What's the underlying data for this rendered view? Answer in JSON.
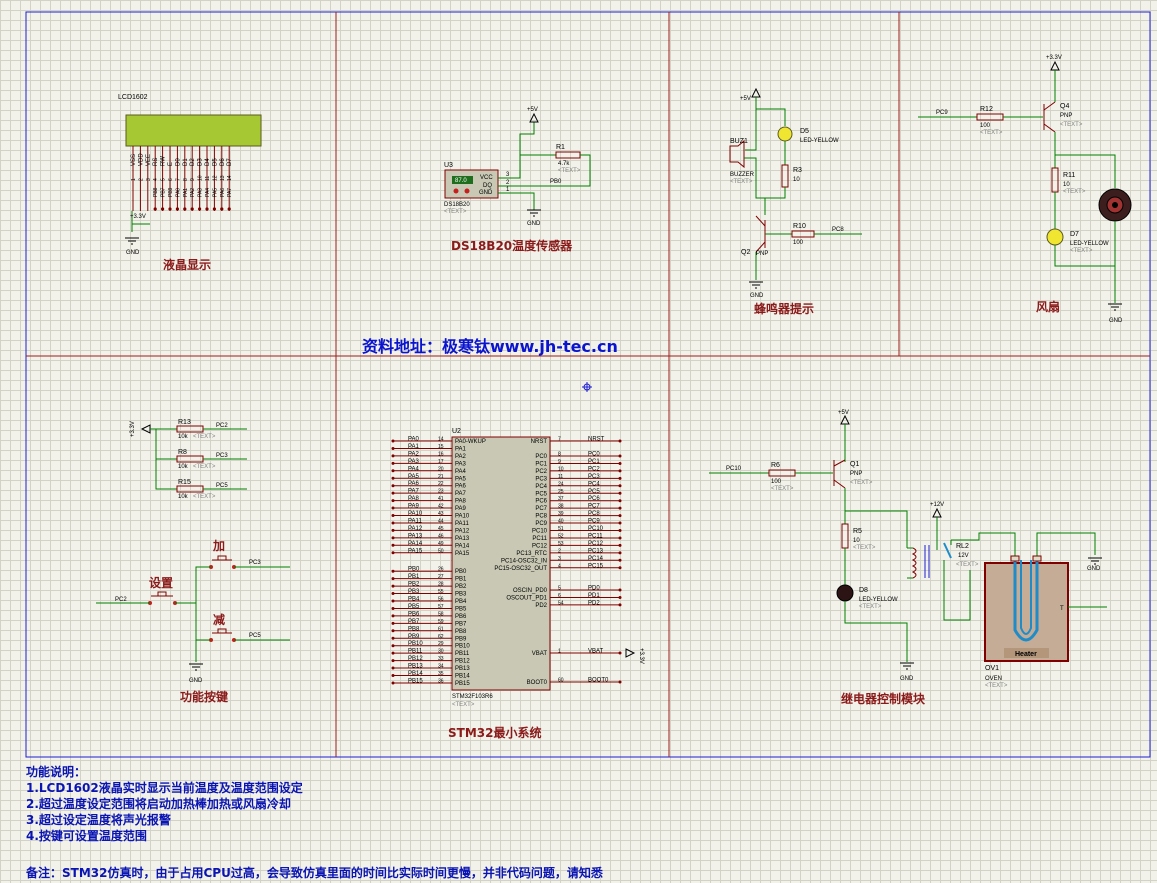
{
  "sections": {
    "lcd": "液晶显示",
    "ds18b20": "DS18B20温度传感器",
    "buzzer": "蜂鸣器提示",
    "fan": "风扇",
    "keys": "功能按键",
    "stm32": "STM32最小系统",
    "relay": "继电器控制模块"
  },
  "url_text": "资料地址：极寒钛www.jh-tec.cn",
  "notes": {
    "heading": "功能说明：",
    "items": [
      "1.LCD1602液晶实时显示当前温度及温度范围设定",
      "2.超过温度设定范围将启动加热棒加热或风扇冷却",
      "3.超过设定温度将声光报警",
      "4.按键可设置温度范围"
    ],
    "remark": "备注：STM32仿真时，由于占用CPU过高，会导致仿真里面的时间比实际时间更慢，并非代码问题，请知悉"
  },
  "lcd": {
    "name": "LCD1602",
    "pins": [
      "VSS",
      "VDD",
      "VEE",
      "RS",
      "RW",
      "E",
      "D0",
      "D1",
      "D2",
      "D3",
      "D4",
      "D5",
      "D6",
      "D7"
    ],
    "nums": [
      "1",
      "2",
      "3",
      "4",
      "5",
      "6",
      "7",
      "8",
      "9",
      "10",
      "11",
      "12",
      "13",
      "14"
    ],
    "nets": [
      "",
      "",
      "",
      "PB8",
      "PB7",
      "PB9",
      "PA0",
      "PA1",
      "PA2",
      "PA3",
      "PA4",
      "PA5",
      "PA6",
      "PA7"
    ],
    "vcc": "+3.3V",
    "gnd": "GND"
  },
  "u3": {
    "ref": "U3",
    "part": "DS18B20",
    "text": "<TEXT>",
    "display": "87.0",
    "pins": [
      "VCC",
      "DQ",
      "GND"
    ],
    "pinnums": [
      "3",
      "2",
      "1"
    ],
    "vcc": "+5V",
    "gnd": "GND",
    "r1": "R1",
    "r1v": "4.7k",
    "r1t": "<TEXT>",
    "net": "PB0"
  },
  "buzzer": {
    "vcc": "+5V",
    "buz": "BUZ1",
    "buzpart": "BUZZER",
    "buzt": "<TEXT>",
    "d5": "D5",
    "d5p": "LED-YELLOW",
    "r3": "R3",
    "r3v": "10",
    "q2": "Q2",
    "q2p": "PNP",
    "r10": "R10",
    "r10v": "100",
    "net": "PC8",
    "gnd": "GND"
  },
  "fan": {
    "vcc": "+3.3V",
    "net": "PC9",
    "r12": "R12",
    "r12v": "100",
    "r12t": "<TEXT>",
    "q4": "Q4",
    "q4p": "PNP",
    "q4t": "<TEXT>",
    "r11": "R11",
    "r11v": "10",
    "r11t": "<TEXT>",
    "d7": "D7",
    "d7p": "LED-YELLOW",
    "d7t": "<TEXT>",
    "gnd": "GND"
  },
  "keys": {
    "vcc": "+3.3V",
    "resistors": [
      {
        "ref": "R13",
        "val": "10k",
        "t": "<TEXT>",
        "net": "PC2"
      },
      {
        "ref": "R8",
        "val": "10k",
        "t": "<TEXT>",
        "net": "PC3"
      },
      {
        "ref": "R15",
        "val": "10k",
        "t": "<TEXT>",
        "net": "PC5"
      }
    ],
    "add": "加",
    "set": "设置",
    "sub": "减",
    "net_add": "PC3",
    "net_set": "PC2",
    "net_sub": "PC5",
    "gnd": "GND"
  },
  "stm32": {
    "ref": "U2",
    "part": "STM32F103R6",
    "t": "<TEXT>",
    "left_pins": [
      [
        "PA0",
        "14",
        "PA0-WKUP"
      ],
      [
        "PA1",
        "15",
        "PA1"
      ],
      [
        "PA2",
        "16",
        "PA2"
      ],
      [
        "PA3",
        "17",
        "PA3"
      ],
      [
        "PA4",
        "20",
        "PA4"
      ],
      [
        "PA5",
        "21",
        "PA5"
      ],
      [
        "PA6",
        "22",
        "PA6"
      ],
      [
        "PA7",
        "23",
        "PA7"
      ],
      [
        "PA8",
        "41",
        "PA8"
      ],
      [
        "PA9",
        "42",
        "PA9"
      ],
      [
        "PA10",
        "43",
        "PA10"
      ],
      [
        "PA11",
        "44",
        "PA11"
      ],
      [
        "PA12",
        "45",
        "PA12"
      ],
      [
        "PA13",
        "46",
        "PA13"
      ],
      [
        "PA14",
        "49",
        "PA14"
      ],
      [
        "PA15",
        "50",
        "PA15"
      ],
      [
        "PB0",
        "26",
        "PB0"
      ],
      [
        "PB1",
        "27",
        "PB1"
      ],
      [
        "PB2",
        "28",
        "PB2"
      ],
      [
        "PB3",
        "55",
        "PB3"
      ],
      [
        "PB4",
        "56",
        "PB4"
      ],
      [
        "PB5",
        "57",
        "PB5"
      ],
      [
        "PB6",
        "58",
        "PB6"
      ],
      [
        "PB7",
        "59",
        "PB7"
      ],
      [
        "PB8",
        "61",
        "PB8"
      ],
      [
        "PB9",
        "62",
        "PB9"
      ],
      [
        "PB10",
        "29",
        "PB10"
      ],
      [
        "PB11",
        "30",
        "PB11"
      ],
      [
        "PB12",
        "33",
        "PB12"
      ],
      [
        "PB13",
        "34",
        "PB13"
      ],
      [
        "PB14",
        "35",
        "PB14"
      ],
      [
        "PB15",
        "36",
        "PB15"
      ]
    ],
    "right_top": [
      [
        "NRST",
        "7",
        "NRST"
      ]
    ],
    "right_pc": [
      [
        "PC0",
        "8",
        "PC0"
      ],
      [
        "PC1",
        "9",
        "PC1"
      ],
      [
        "PC2",
        "10",
        "PC2"
      ],
      [
        "PC3",
        "11",
        "PC3"
      ],
      [
        "PC4",
        "24",
        "PC4"
      ],
      [
        "PC5",
        "25",
        "PC5"
      ],
      [
        "PC6",
        "37",
        "PC6"
      ],
      [
        "PC7",
        "38",
        "PC7"
      ],
      [
        "PC8",
        "39",
        "PC8"
      ],
      [
        "PC9",
        "40",
        "PC9"
      ],
      [
        "PC10",
        "51",
        "PC10"
      ],
      [
        "PC11",
        "52",
        "PC11"
      ],
      [
        "PC12",
        "53",
        "PC12"
      ],
      [
        "PC13_RTC",
        "2",
        "PC13"
      ],
      [
        "PC14-OSC32_IN",
        "3",
        "PC14"
      ],
      [
        "PC15-OSC32_OUT",
        "4",
        "PC15"
      ]
    ],
    "right_pd": [
      [
        "OSCIN_PD0",
        "5",
        "PD0"
      ],
      [
        "OSCOUT_PD1",
        "6",
        "PD1"
      ],
      [
        "PD2",
        "54",
        "PD2"
      ]
    ],
    "vbat": [
      "VBAT",
      "1",
      "VBAT"
    ],
    "boot": [
      "BOOT0",
      "60",
      "BOOT0"
    ],
    "vbat_net": "+3.3V"
  },
  "relay": {
    "vcc": "+5V",
    "net": "PC10",
    "r6": "R6",
    "r6v": "100",
    "r6t": "<TEXT>",
    "q1": "Q1",
    "q1p": "PNP",
    "q1t": "<TEXT>",
    "r5": "R5",
    "r5v": "10",
    "r5t": "<TEXT>",
    "d8": "D8",
    "d8p": "LED-YELLOW",
    "d8t": "<TEXT>",
    "v12": "+12V",
    "rl2": "RL2",
    "rl2v": "12V",
    "rl2t": "<TEXT>",
    "oven": "OV1",
    "ovenp": "OVEN",
    "ovent": "<TEXT>",
    "heater": "Heater",
    "t": "T",
    "gnd": "GND"
  }
}
